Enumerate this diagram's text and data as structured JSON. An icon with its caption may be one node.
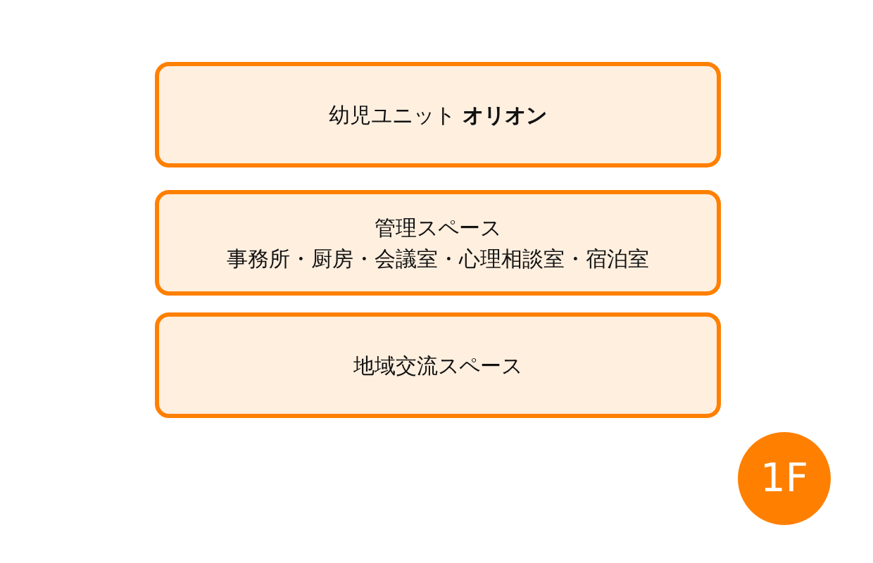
{
  "diagram": {
    "nodes": [
      {
        "text": [
          "幼児ユニット **オリオン**"
        ]
      },
      {
        "text": [
          "管理スペース",
          "事務所・厨房・会議室・心理相談室・宿泊室"
        ]
      },
      {
        "text": [
          "地域交流スペース"
        ]
      },
      {
        "text": [
          "1F"
        ]
      }
    ]
  }
}
